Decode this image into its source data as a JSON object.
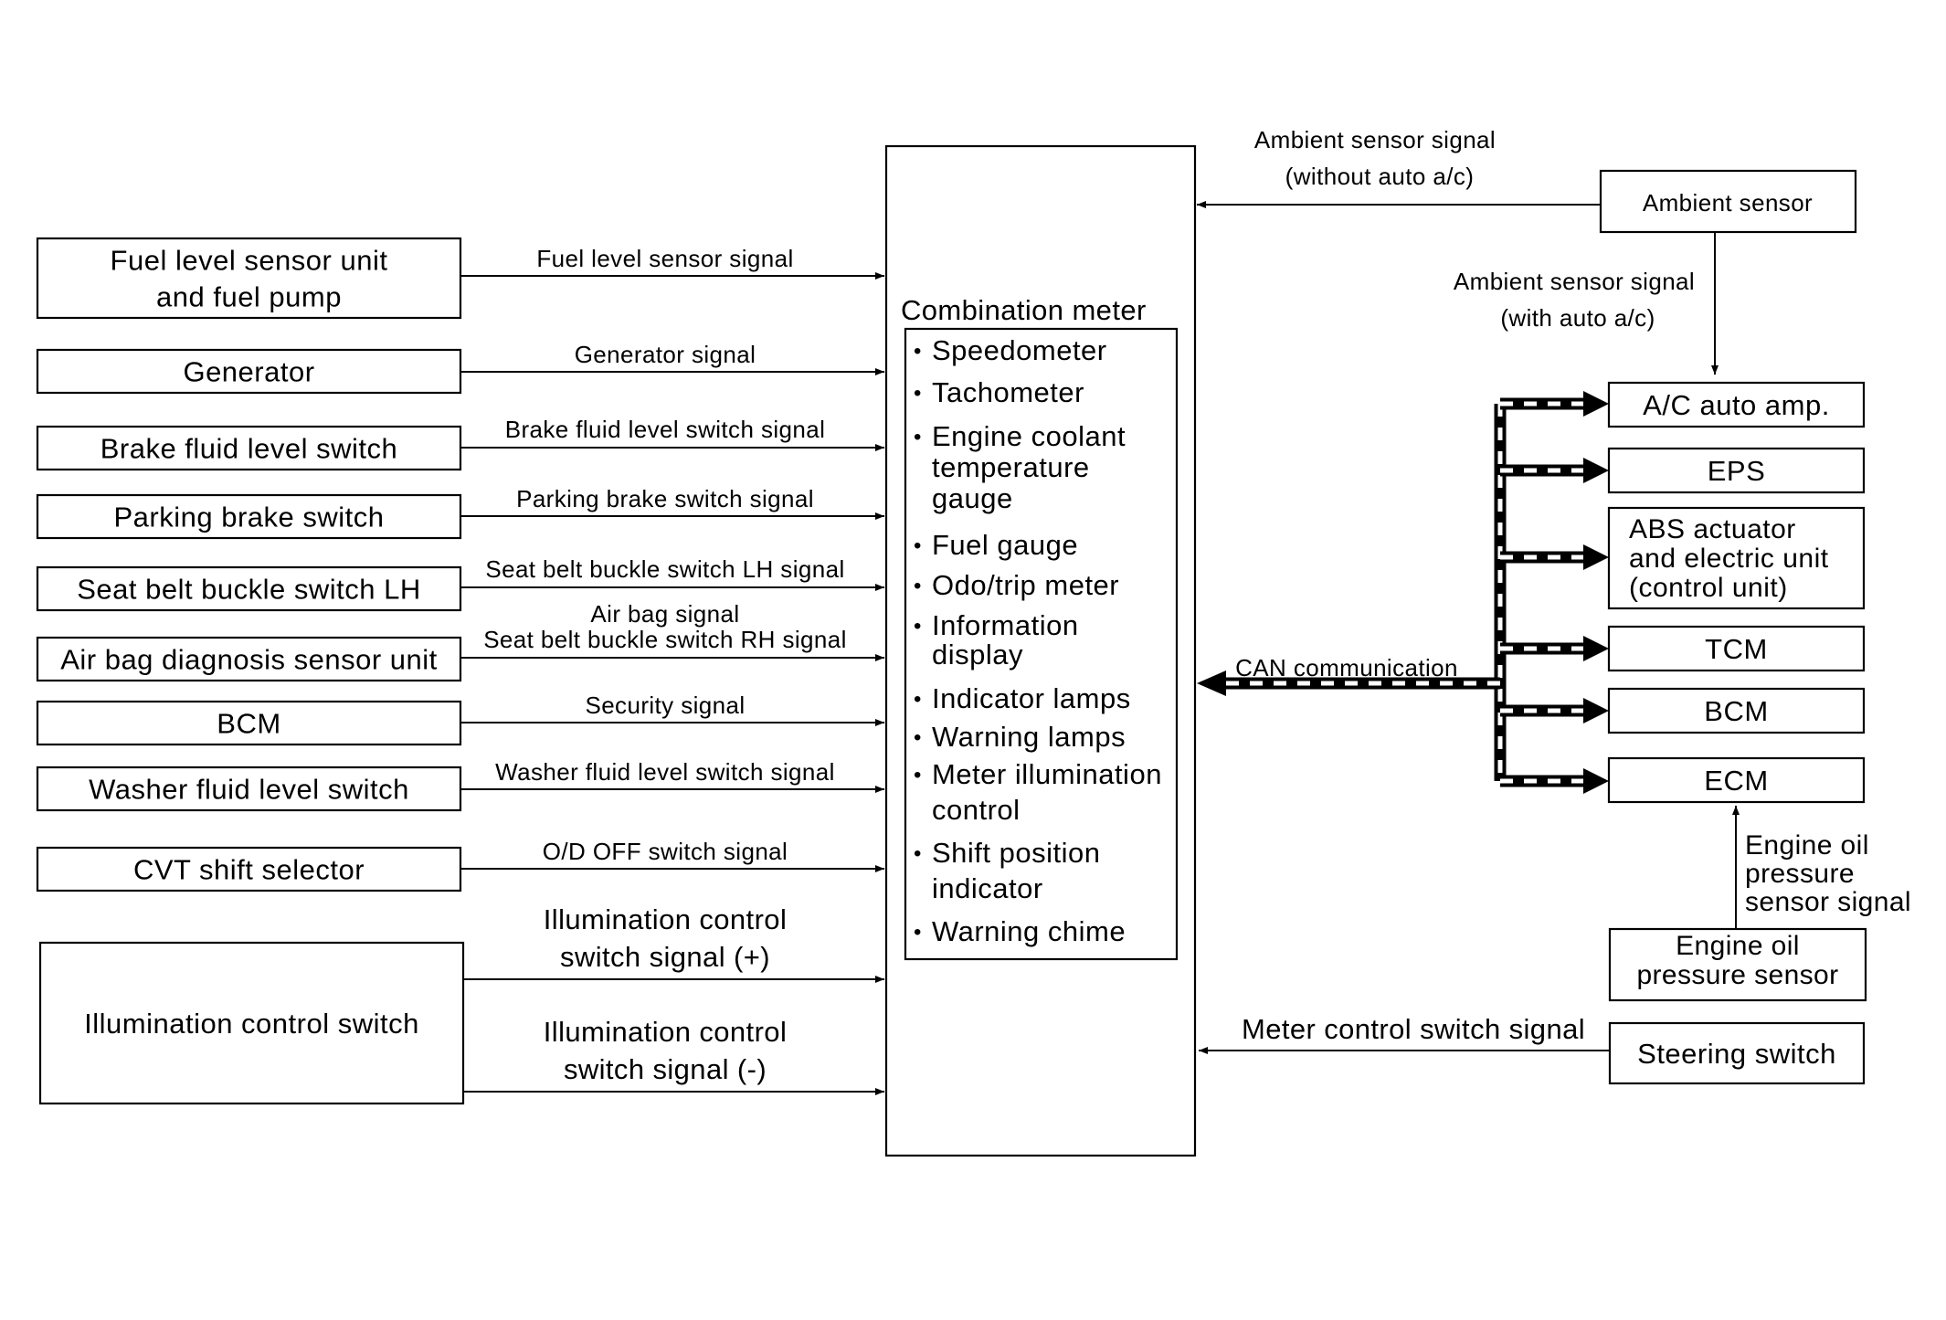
{
  "diagram": {
    "center": {
      "title": "Combination meter",
      "items": [
        [
          "Speedometer"
        ],
        [
          "Tachometer"
        ],
        [
          "Engine coolant",
          "temperature",
          "gauge"
        ],
        [
          "Fuel gauge"
        ],
        [
          "Odo/trip meter"
        ],
        [
          "Information",
          "display"
        ],
        [
          "Indicator lamps"
        ],
        [
          "Warning lamps"
        ],
        [
          "Meter illumination",
          "control"
        ],
        [
          "Shift position",
          "indicator"
        ],
        [
          "Warning chime"
        ]
      ]
    },
    "left_units": [
      {
        "lines": [
          "Fuel level sensor unit",
          "and fuel pump"
        ],
        "signals": [
          [
            "Fuel level sensor signal"
          ]
        ]
      },
      {
        "lines": [
          "Generator"
        ],
        "signals": [
          [
            "Generator signal"
          ]
        ]
      },
      {
        "lines": [
          "Brake fluid level switch"
        ],
        "signals": [
          [
            "Brake fluid level switch signal"
          ]
        ]
      },
      {
        "lines": [
          "Parking brake switch"
        ],
        "signals": [
          [
            "Parking brake switch signal"
          ]
        ]
      },
      {
        "lines": [
          "Seat belt buckle switch LH"
        ],
        "signals": [
          [
            "Seat belt buckle switch LH signal"
          ]
        ]
      },
      {
        "lines": [
          "Air bag diagnosis sensor unit"
        ],
        "signals": [
          [
            "Air bag signal",
            "Seat belt buckle switch RH signal"
          ]
        ]
      },
      {
        "lines": [
          "BCM"
        ],
        "signals": [
          [
            "Security signal"
          ]
        ]
      },
      {
        "lines": [
          "Washer fluid level switch"
        ],
        "signals": [
          [
            "Washer fluid level switch signal"
          ]
        ]
      },
      {
        "lines": [
          "CVT shift selector"
        ],
        "signals": [
          [
            "O/D OFF switch signal"
          ]
        ]
      },
      {
        "lines": [
          "Illumination control switch"
        ],
        "signals": [
          [
            "Illumination control",
            "switch signal (+)"
          ],
          [
            "Illumination control",
            "switch signal (-)"
          ]
        ]
      }
    ],
    "ambient": {
      "label": "Ambient sensor",
      "signal_without": [
        "Ambient sensor signal",
        "(without auto a/c)"
      ],
      "signal_with": [
        "Ambient sensor signal",
        "(with auto a/c)"
      ]
    },
    "can": {
      "label": "CAN communication",
      "units": [
        [
          "A/C auto amp."
        ],
        [
          "EPS"
        ],
        [
          "ABS actuator",
          "and electric unit",
          "(control unit)"
        ],
        [
          "TCM"
        ],
        [
          "BCM"
        ],
        [
          "ECM"
        ]
      ]
    },
    "oil": {
      "label": [
        "Engine oil",
        "pressure sensor"
      ],
      "signal": [
        "Engine oil",
        "pressure",
        "sensor signal"
      ]
    },
    "steering": {
      "label": "Steering switch",
      "signal": "Meter control switch signal"
    }
  }
}
